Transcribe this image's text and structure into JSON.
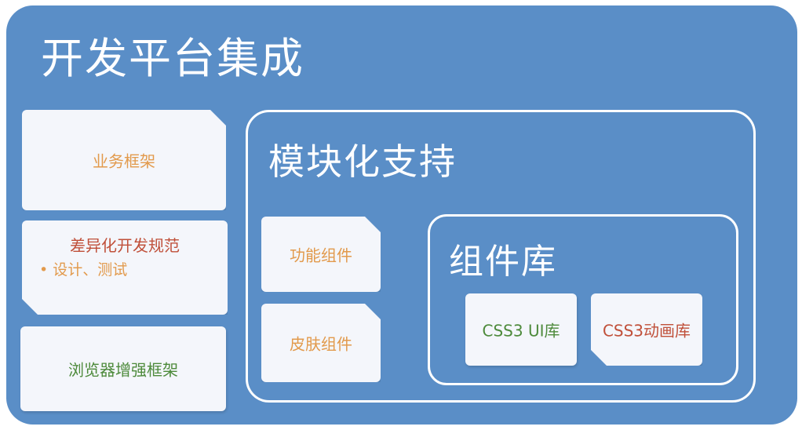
{
  "platform": {
    "title": "开发平台集成",
    "left_cards": [
      {
        "label": "业务框架"
      },
      {
        "label": "差异化开发规范",
        "bullet": "设计、测试"
      },
      {
        "label": "浏览器增强框架"
      }
    ]
  },
  "modular": {
    "title": "模块化支持",
    "cards": [
      {
        "label": "功能组件"
      },
      {
        "label": "皮肤组件"
      }
    ]
  },
  "component_library": {
    "title": "组件库",
    "cards": [
      {
        "label": "CSS3 UI库"
      },
      {
        "label": "CSS3动画库"
      }
    ]
  },
  "colors": {
    "background": "#5a8ec7",
    "card": "#f4f6fb",
    "orange_text": "#e29a4c",
    "red_text": "#c0503a",
    "green_text": "#4d8a3b"
  }
}
